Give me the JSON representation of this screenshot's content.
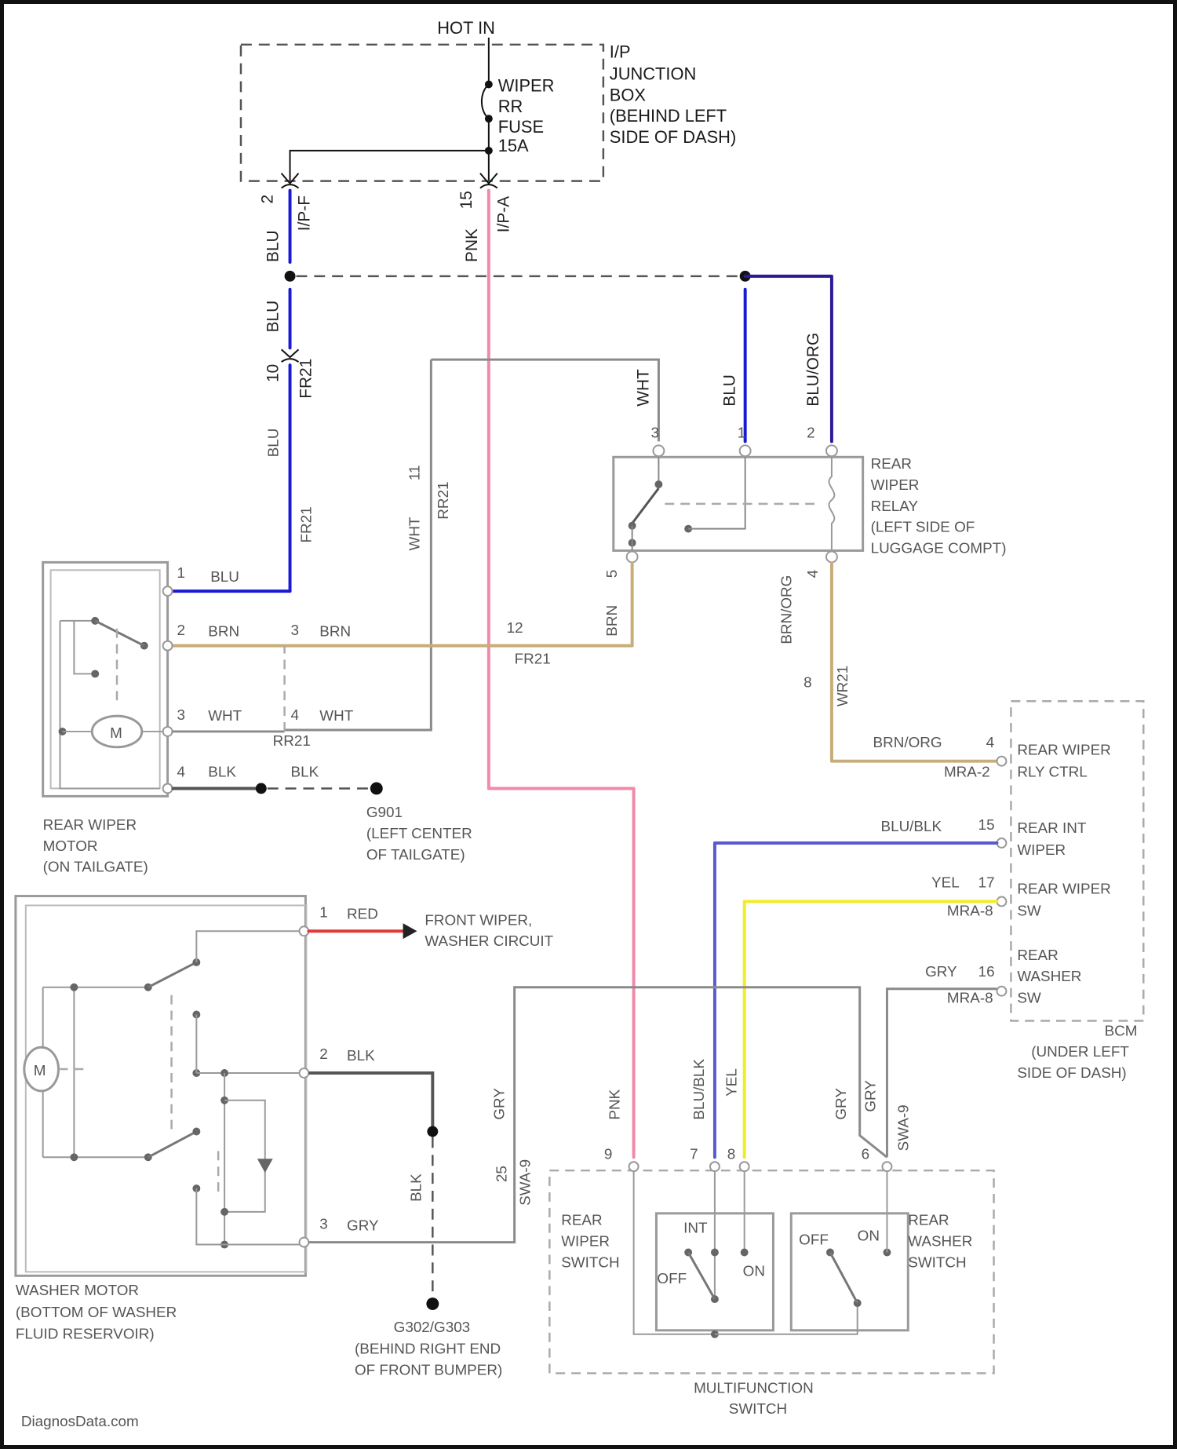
{
  "title": "HOT IN",
  "junction_box": {
    "label_lines": [
      "I/P",
      "JUNCTION",
      "BOX",
      "(BEHIND LEFT",
      "SIDE OF DASH)"
    ],
    "fuse_lines": [
      "WIPER",
      "RR",
      "FUSE",
      "15A"
    ]
  },
  "connectors": {
    "ipf_pin": "2",
    "ipf_name": "I/P-F",
    "ipa_pin": "15",
    "ipa_name": "I/P-A",
    "fr21_pin": "10",
    "fr21_name": "FR21",
    "fr21_lower": "FR21",
    "rr21_name": "RR21",
    "fr21_pin12": "12",
    "fr21_right": "FR21",
    "wr21_name": "WR21",
    "wr21_pin": "8",
    "rr21_pin3": "3",
    "rr21_pin4": "4",
    "mra2": "MRA-2",
    "mra8": "MRA-8",
    "mra8b": "MRA-8",
    "swa9": "SWA-9",
    "swa_pin_left": "25",
    "swa_pin_pnk": "9",
    "swa_pin_blubk": "7",
    "swa_pin_yel": "8",
    "swa_pin_gry": "6",
    "fr21_pin11": "11"
  },
  "wires": {
    "blu_1": "BLU",
    "pnk": "PNK",
    "blu_2": "BLU",
    "blu_3": "BLU",
    "wht": "WHT",
    "blu_relay": "BLU",
    "blu_org": "BLU/ORG",
    "wht_left": "WHT",
    "brn_ydn": "BRN",
    "brn_org_v": "BRN/ORG",
    "brn_org_h": "BRN/ORG",
    "blu_blk": "BLU/BLK",
    "yel": "YEL",
    "gry_right": "GRY",
    "gry_left": "GRY",
    "pnk_low": "PNK",
    "blu_blk_low": "BLU/BLK",
    "yel_low": "YEL",
    "gry_low_a": "GRY",
    "gry_low_b": "GRY",
    "blk_v": "BLK"
  },
  "rear_wiper_relay": {
    "label_lines": [
      "REAR",
      "WIPER",
      "RELAY",
      "(LEFT SIDE OF",
      "LUGGAGE COMPT)"
    ],
    "pins": [
      "3",
      "1",
      "2",
      "5",
      "4"
    ]
  },
  "rear_wiper_motor": {
    "label_lines": [
      "REAR WIPER",
      "MOTOR",
      "(ON TAILGATE)"
    ],
    "pins": [
      {
        "num": "1",
        "color": "BLU"
      },
      {
        "num": "2",
        "color": "BRN"
      },
      {
        "num": "3",
        "color": "WHT"
      },
      {
        "num": "4",
        "color": "BLK"
      }
    ],
    "motor_symbol": "M",
    "brn_right_pin": "3",
    "brn_right": "BRN",
    "wht_right_pin": "4",
    "wht_right": "WHT",
    "blk_right": "BLK"
  },
  "ground_g901": {
    "name": "G901",
    "label_lines": [
      "(LEFT CENTER",
      "OF TAILGATE)"
    ]
  },
  "bcm": {
    "label_lines": [
      "BCM",
      "(UNDER LEFT",
      "SIDE OF DASH)"
    ],
    "pins": [
      {
        "num": "4",
        "color": "BRN/ORG",
        "label_lines": [
          "REAR WIPER",
          "RLY CTRL"
        ]
      },
      {
        "num": "15",
        "color": "BLU/BLK",
        "label_lines": [
          "REAR INT",
          "WIPER"
        ]
      },
      {
        "num": "17",
        "color": "YEL",
        "label_lines": [
          "REAR WIPER",
          "SW"
        ]
      },
      {
        "num": "16",
        "color": "GRY",
        "label_lines": [
          "REAR",
          "WASHER",
          "SW"
        ]
      }
    ]
  },
  "washer_motor": {
    "label_lines": [
      "WASHER MOTOR",
      "(BOTTOM OF WASHER",
      "FLUID RESERVOIR)"
    ],
    "motor_symbol": "M",
    "pins": [
      {
        "num": "1",
        "color": "RED"
      },
      {
        "num": "2",
        "color": "BLK"
      },
      {
        "num": "3",
        "color": "GRY"
      }
    ],
    "front_circuit_lines": [
      "FRONT WIPER,",
      "WASHER CIRCUIT"
    ]
  },
  "ground_g302": {
    "name": "G302/G303",
    "label_lines": [
      "(BEHIND RIGHT END",
      "OF FRONT BUMPER)"
    ]
  },
  "multifunction_switch": {
    "label_lines": [
      "MULTIFUNCTION",
      "SWITCH"
    ],
    "rear_wiper_switch_lines": [
      "REAR",
      "WIPER",
      "SWITCH"
    ],
    "rear_washer_switch_lines": [
      "REAR",
      "WASHER",
      "SWITCH"
    ],
    "int": "INT",
    "off": "OFF",
    "on": "ON",
    "off2": "OFF",
    "on2": "ON"
  },
  "watermark": "DiagnosData.com",
  "colors": {
    "blu": "#1a1ad6",
    "pnk": "#f08aa8",
    "brn": "#c8ad78",
    "yel": "#f0ec28",
    "red": "#e03a3a",
    "blu_org": "#2a1a9a",
    "wht": "#cccccc",
    "blk": "#555555",
    "gry": "#bbbbbb",
    "blu_blk": "#5a5ad0"
  }
}
